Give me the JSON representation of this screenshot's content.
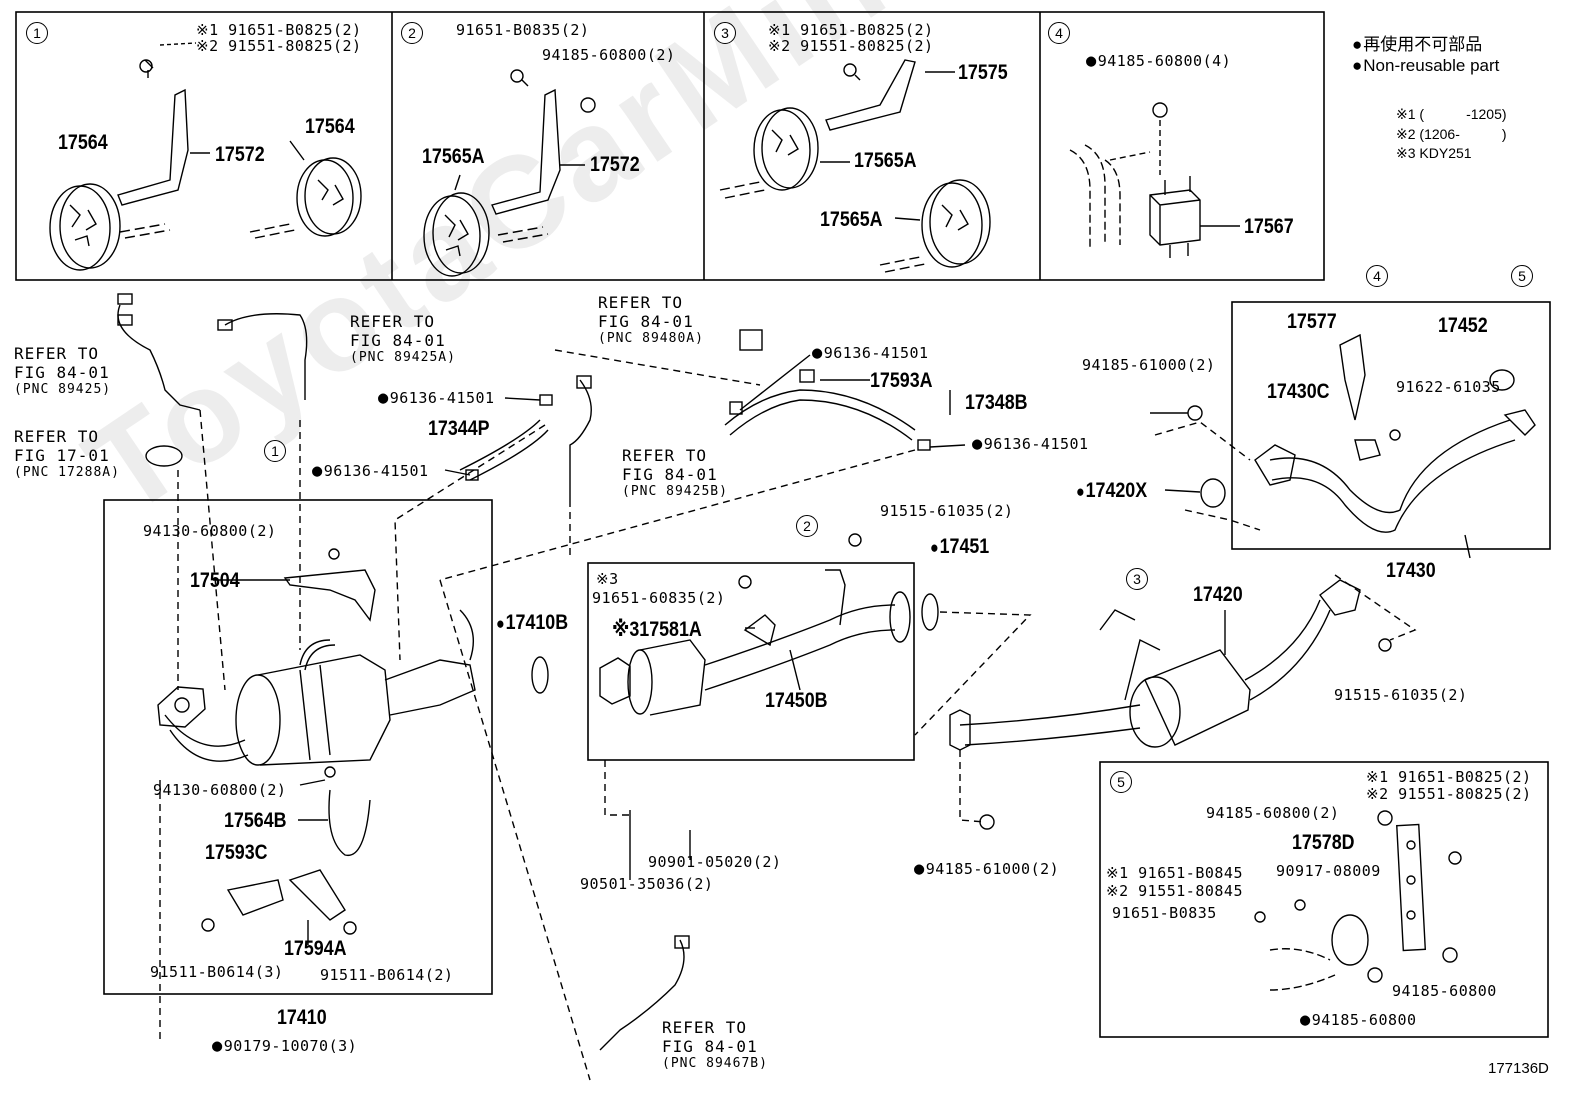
{
  "watermark": "ToyotaCarMine.ru",
  "figure_id": "177136D",
  "legend": {
    "jp": "再使用不可部品",
    "en": "Non-reusable part",
    "notes": [
      "※1 (　　　-1205)",
      "※2 (1206-　　　)",
      "※3 KDY251"
    ]
  },
  "panels": {
    "p1": {
      "num": "1",
      "labels": [
        "※1 91651-B0825(2)",
        "※2 91551-80825(2)",
        "17564",
        "17572",
        "17564"
      ]
    },
    "p2": {
      "num": "2",
      "labels": [
        "91651-B0835(2)",
        "94185-60800(2)",
        "17565A",
        "17572"
      ]
    },
    "p3": {
      "num": "3",
      "labels": [
        "※1 91651-B0825(2)",
        "※2 91551-80825(2)",
        "17575",
        "17565A",
        "17565A"
      ]
    },
    "p4": {
      "num": "4",
      "labels": [
        "94185-60800(4)",
        "17567"
      ]
    }
  },
  "refs": {
    "r1": [
      "REFER TO",
      "FIG 84-01",
      "(PNC 89425)"
    ],
    "r2": [
      "REFER TO",
      "FIG 17-01",
      "(PNC 17288A)"
    ],
    "r3": [
      "REFER TO",
      "FIG 84-01",
      "(PNC 89425A)"
    ],
    "r4": [
      "REFER TO",
      "FIG 84-01",
      "(PNC 89480A)"
    ],
    "r5": [
      "REFER TO",
      "FIG 84-01",
      "(PNC 89425B)"
    ],
    "r6": [
      "REFER TO",
      "FIG 84-01",
      "(PNC 89467B)"
    ]
  },
  "parts": {
    "p96136a": "96136-41501",
    "p17344P": "17344P",
    "p96136b": "96136-41501",
    "p96136c": "96136-41501",
    "p17593A": "17593A",
    "p17348B": "17348B",
    "p96136d": "96136-41501",
    "p94130a": "94130-60800(2)",
    "p17504": "17504",
    "p94130b": "94130-60800(2)",
    "p17564B": "17564B",
    "p17593C": "17593C",
    "p17594A": "17594A",
    "p91511a": "91511-B0614(3)",
    "p91511b": "91511-B0614(2)",
    "p17410": "17410",
    "p90179": "90179-10070(3)",
    "p17410B": "17410B",
    "p91651_60835_note": "※3",
    "p91651_60835": "91651-60835(2)",
    "p17581A": "※317581A",
    "p17450B": "17450B",
    "p91515a": "91515-61035(2)",
    "p17451": "17451",
    "p90901": "90901-05020(2)",
    "p90501": "90501-35036(2)",
    "p17420": "17420",
    "p94185_61000a": "94185-61000(2)",
    "p17420X": "17420X",
    "p17430": "17430",
    "p17577": "17577",
    "p17452": "17452",
    "p17430C": "17430C",
    "p91622": "91622-61035",
    "p91515b": "91515-61035(2)",
    "p94185_61000b": "94185-61000(2)",
    "c2": "2",
    "c3": "3",
    "c1": "1",
    "c4": "4",
    "c5": "5"
  },
  "panel5": {
    "num": "5",
    "l1": "※1 91651-B0825(2)",
    "l2": "※2 91551-80825(2)",
    "l3": "94185-60800(2)",
    "l4": "17578D",
    "l5": "90917-08009",
    "l6": "※1 91651-B0845",
    "l7": "※2 91551-80845",
    "l8": "91651-B0835",
    "l9": "94185-60800",
    "l10": "94185-60800"
  }
}
